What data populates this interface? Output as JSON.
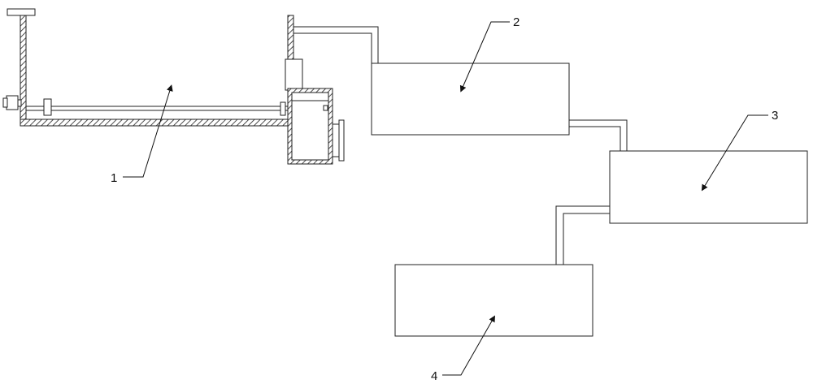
{
  "diagram": {
    "stroke_color": "#222222",
    "background_color": "#ffffff",
    "labels": [
      {
        "id": "1",
        "text": "1"
      },
      {
        "id": "2",
        "text": "2"
      },
      {
        "id": "3",
        "text": "3"
      },
      {
        "id": "4",
        "text": "4"
      }
    ]
  }
}
